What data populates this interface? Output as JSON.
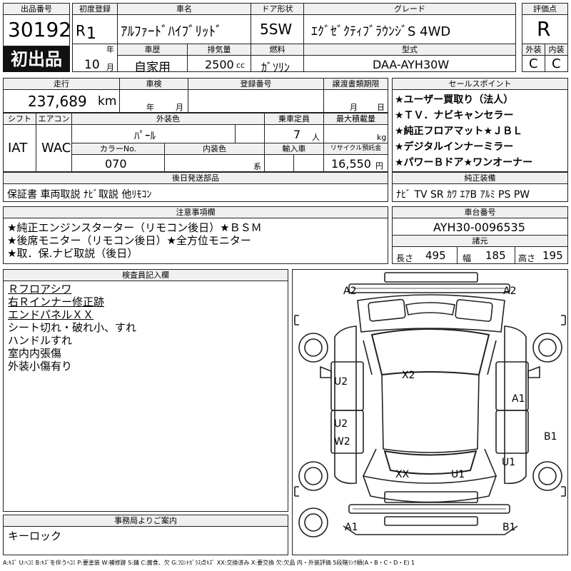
{
  "header": {
    "lot_label": "出品番号",
    "lot_number": "30192",
    "first_listing": "初出品",
    "reg_label": "初度登録",
    "reg_era": "R",
    "reg_year": "1",
    "year_unit": "年",
    "reg_month": "10",
    "month_unit": "月",
    "name_label": "車名",
    "name_value": "ｱﾙﾌｧｰﾄﾞﾊｲﾌﾞﾘｯﾄﾞ",
    "door_label": "ドア形状",
    "door_value": "5SW",
    "grade_label": "グレード",
    "grade_value": "ｴｸﾞｾﾞｸﾃｨﾌﾞﾗｳﾝｼﾞS 4WD",
    "eval_label": "評価点",
    "eval_value": "R",
    "history_label": "車歴",
    "history_value": "自家用",
    "disp_label": "排気量",
    "disp_value": "2500",
    "disp_unit": "cc",
    "fuel_label": "燃料",
    "fuel_value": "ｶﾞｿﾘﾝ",
    "model_label": "型式",
    "model_value": "DAA-AYH30W",
    "ext_label": "外装",
    "ext_value": "C",
    "int_label": "内装",
    "int_value": "C"
  },
  "row2": {
    "mileage_label": "走行",
    "mileage_value": "237,689",
    "mileage_unit": "km",
    "inspect_label": "車検",
    "inspect_year": "年",
    "inspect_month": "月",
    "regno_label": "登録番号",
    "transfer_label": "譲渡書類期限",
    "transfer_month": "月",
    "transfer_day": "日"
  },
  "row3": {
    "shift_label": "シフト",
    "shift_value": "IAT",
    "ac_label": "エアコン",
    "ac_value": "WAC",
    "color_label": "外装色",
    "color_value": "ﾊﾟｰﾙ",
    "cap_label": "乗車定員",
    "cap_value": "7",
    "cap_unit": "人",
    "load_label": "最大積載量",
    "load_unit": "kg",
    "colorno_label": "カラーNo.",
    "colorno_value": "070",
    "intcolor_label": "内装色",
    "intcolor_unit": "系",
    "import_label": "輸入車",
    "recycle_label": "リサイクル預託金",
    "recycle_value": "16,550",
    "recycle_unit": "円"
  },
  "sales_points": {
    "title": "セールスポイント",
    "items": [
      "★ユーザー買取り（法人）",
      "★ＴＶ．ナビキャンセラー",
      "★純正フロアマット★ＪＢＬ",
      "★デジタルインナーミラー",
      "★パワーＢドア★ワンオーナー"
    ]
  },
  "later_parts": {
    "title": "後日発送部品",
    "value": "保証書 車両取説 ﾅﾋﾞ取説 他ﾘﾓｺﾝ"
  },
  "genuine": {
    "title": "純正装備",
    "value": "ﾅﾋﾞ TV SR ｶﾜ ｴｱB ｱﾙﾐ PS PW"
  },
  "notes": {
    "title": "注意事項欄",
    "lines": [
      "★純正エンジンスターター（リモコン後日）★ＢＳＭ",
      "★後席モニター（リモコン後日）★全方位モニター",
      "★取．保.ナビ取説（後日）"
    ]
  },
  "chassis": {
    "title": "車台番号",
    "value": "AYH30-0096535"
  },
  "dims": {
    "title": "諸元",
    "length_label": "長さ",
    "length": "495",
    "width_label": "幅",
    "width": "185",
    "height_label": "高さ",
    "height": "195"
  },
  "inspector": {
    "title": "検査員記入欄",
    "lines": [
      "Ｒフロアシワ",
      "右Ｒインナー修正跡",
      "エンドパネルＸＸ",
      "シート切れ・破れ小、すれ",
      "ハンドルすれ",
      "室内内張傷",
      "外装小傷有り"
    ]
  },
  "office": {
    "title": "事務局よりご案内",
    "value": "キーロック"
  },
  "diagram_labels": {
    "a2_left": "A2",
    "a2_right": "A2",
    "x2": "X2",
    "u2_top": "U2",
    "a1_right": "A1",
    "u2_mid": "U2",
    "w2": "W2",
    "b1_right": "B1",
    "u1_right": "U1",
    "xx": "XX",
    "u1_center": "U1",
    "a1_bottom": "A1",
    "b1_bottom": "B1"
  },
  "legend": "A:ｷｽﾞ U:ﾍｺﾐ B:ｷｽﾞを伴うﾍｺﾐ P:要塗装 W:補修跡 S:錆 C:腐食、欠 G:ﾌﾛﾝﾄｶﾞﾗｽ点ｷｽﾞ XX:交換済み X:要交換 欠:欠品 内・外装評価 5段階ﾗﾝｸ順(A・B・C・D・E) 1"
}
